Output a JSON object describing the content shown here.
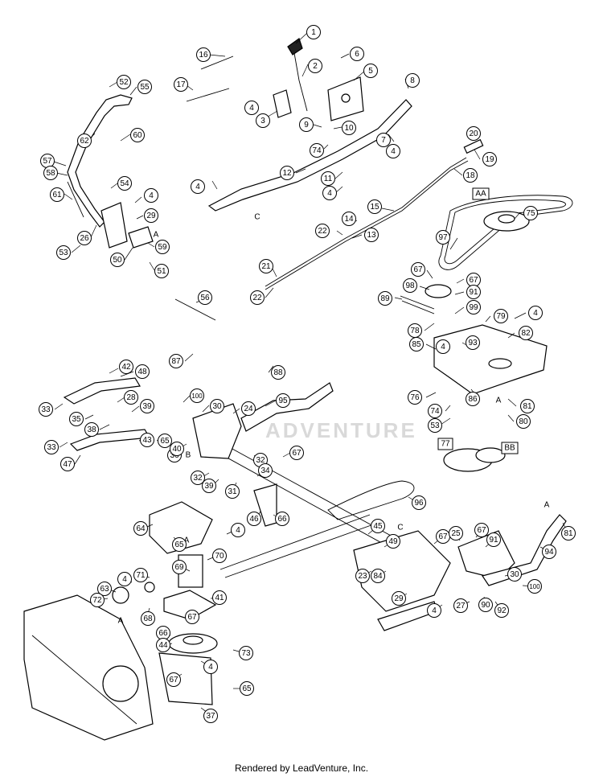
{
  "watermark": "ADVENTURE",
  "footer": "Rendered by LeadVenture, Inc.",
  "box_labels": [
    "AA",
    "BB",
    "77"
  ],
  "letter_labels": [
    "A",
    "B",
    "C",
    "A",
    "C",
    "A",
    "B",
    "A",
    "A"
  ],
  "callouts": [
    "1",
    "2",
    "3",
    "4",
    "5",
    "6",
    "8",
    "9",
    "10",
    "7",
    "4",
    "74",
    "11",
    "4",
    "12",
    "4",
    "16",
    "17",
    "52",
    "55",
    "60",
    "62",
    "57",
    "58",
    "61",
    "54",
    "4",
    "29",
    "26",
    "53",
    "50",
    "59",
    "51",
    "20",
    "19",
    "18",
    "15",
    "14",
    "22",
    "13",
    "21",
    "22",
    "56",
    "75",
    "97",
    "67",
    "98",
    "67",
    "91",
    "89",
    "78",
    "99",
    "79",
    "4",
    "82",
    "85",
    "4",
    "93",
    "86",
    "81",
    "80",
    "74",
    "53",
    "76",
    "87",
    "88",
    "42",
    "48",
    "33",
    "28",
    "35",
    "38",
    "39",
    "100",
    "30",
    "24",
    "95",
    "33",
    "47",
    "43",
    "65",
    "36",
    "40",
    "32",
    "67",
    "32",
    "39",
    "31",
    "34",
    "46",
    "66",
    "96",
    "64",
    "4",
    "65",
    "70",
    "69",
    "71",
    "4",
    "63",
    "72",
    "68",
    "41",
    "67",
    "66",
    "44",
    "73",
    "4",
    "67",
    "65",
    "37",
    "45",
    "49",
    "67",
    "25",
    "67",
    "91",
    "94",
    "81",
    "30",
    "100",
    "92",
    "90",
    "27",
    "4",
    "29",
    "23",
    "84"
  ]
}
